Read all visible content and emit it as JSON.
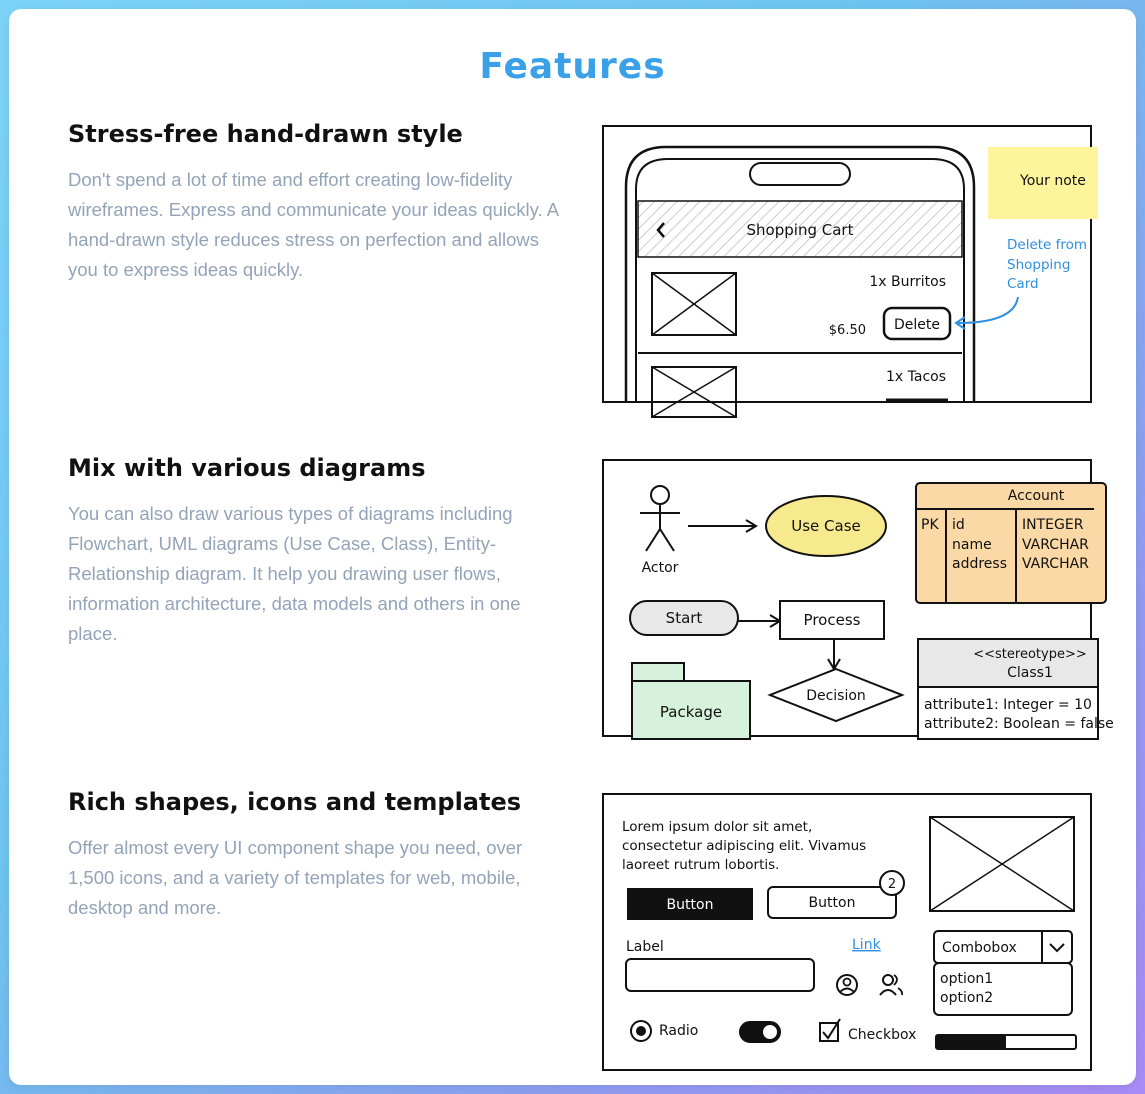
{
  "page": {
    "title": "Features"
  },
  "features": [
    {
      "title": "Stress-free hand-drawn style",
      "description": "Don't spend a lot of time and effort creating low-fidelity wireframes. Express and communicate your ideas quickly. A hand-drawn style reduces stress on perfection and allows you to express ideas quickly."
    },
    {
      "title": "Mix with various diagrams",
      "description": "You can also draw various types of diagrams including Flowchart, UML diagrams (Use Case, Class), Entity-Relationship diagram. It help you drawing user flows, information architecture, data models and others in one place."
    },
    {
      "title": "Rich shapes, icons and templates",
      "description": "Offer almost every UI component shape you need, over 1,500 icons, and a variety of templates for web, mobile, desktop and more."
    }
  ],
  "mockup1": {
    "cart_title": "Shopping Cart",
    "item1": "1x Burritos",
    "price1": "$6.50",
    "delete": "Delete",
    "item2": "1x Tacos",
    "note": "Your note",
    "annotation": [
      "Delete from",
      "Shopping",
      "Card"
    ],
    "note_color": "#fdf49c",
    "annotation_color": "#2f8fe0"
  },
  "mockup2": {
    "actor": "Actor",
    "use_case": "Use Case",
    "start": "Start",
    "process": "Process",
    "decision": "Decision",
    "package": "Package",
    "entity_title": "Account",
    "entity_pk": "PK",
    "entity_fields": [
      "id",
      "name",
      "address"
    ],
    "entity_types": [
      "INTEGER",
      "VARCHAR",
      "VARCHAR"
    ],
    "class_stereotype": "<<stereotype>>",
    "class_name": "Class1",
    "class_attrs": [
      "attribute1: Integer = 10",
      "attribute2: Boolean = false"
    ],
    "use_case_color": "#f7e98d",
    "entity_color": "#fbd9a6",
    "package_color": "#d7f2dc"
  },
  "mockup3": {
    "lorem": [
      "Lorem ipsum dolor sit amet,",
      "consectetur adipiscing elit. Vivamus",
      "laoreet rutrum lobortis."
    ],
    "button_primary": "Button",
    "button_secondary": "Button",
    "badge": "2",
    "label": "Label",
    "link": "Link",
    "combobox": "Combobox",
    "options": [
      "option1",
      "option2"
    ],
    "radio": "Radio",
    "checkbox": "Checkbox",
    "progress": 0.5
  }
}
